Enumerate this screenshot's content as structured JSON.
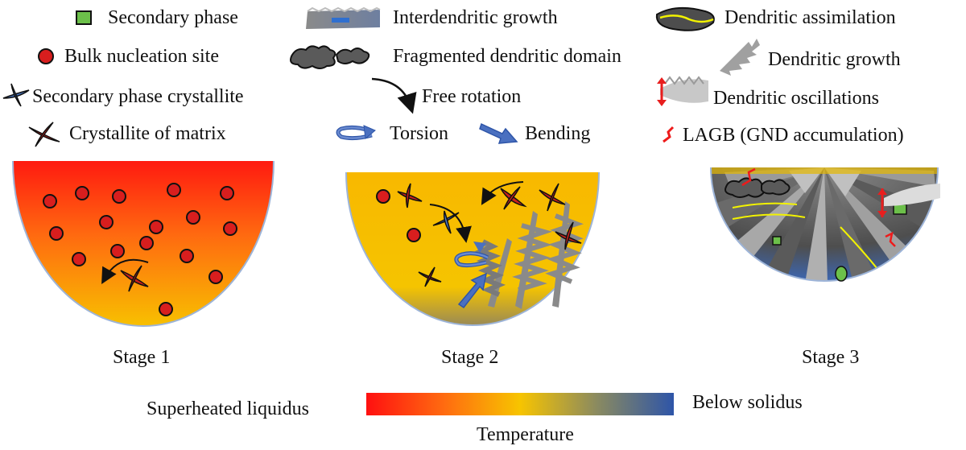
{
  "legend": {
    "secondary_phase": "Secondary phase",
    "bulk_nucleation_site": "Bulk nucleation site",
    "secondary_phase_crystallite": "Secondary phase crystallite",
    "crystallite_of_matrix": "Crystallite of matrix",
    "interdendritic_growth": "Interdendritic growth",
    "fragmented_dendritic_domain": "Fragmented dendritic domain",
    "free_rotation": "Free rotation",
    "torsion": "Torsion",
    "bending": "Bending",
    "dendritic_assimilation": "Dendritic assimilation",
    "dendritic_growth": "Dendritic growth",
    "dendritic_oscillations": "Dendritic oscillations",
    "lagb": "LAGB (GND accumulation)"
  },
  "stages": {
    "stage1": "Stage 1",
    "stage2": "Stage 2",
    "stage3": "Stage 3"
  },
  "scale": {
    "left_label": "Superheated liquidus",
    "right_label": "Below solidus",
    "title": "Temperature"
  },
  "colors": {
    "hot": "#ff1a10",
    "mid": "#f7c600",
    "cold": "#2e5aa8",
    "secondary_phase": "#6cc04a",
    "nucleation": "#d81e1e",
    "matrix_crystallite": "#c8201c",
    "secondary_crystallite": "#4a78c8",
    "dendrite_light": "#a8a8a8",
    "dendrite_dark": "#5a5a5a",
    "assimilation_line": "#f2f200",
    "lagb": "#ee1b1b"
  }
}
